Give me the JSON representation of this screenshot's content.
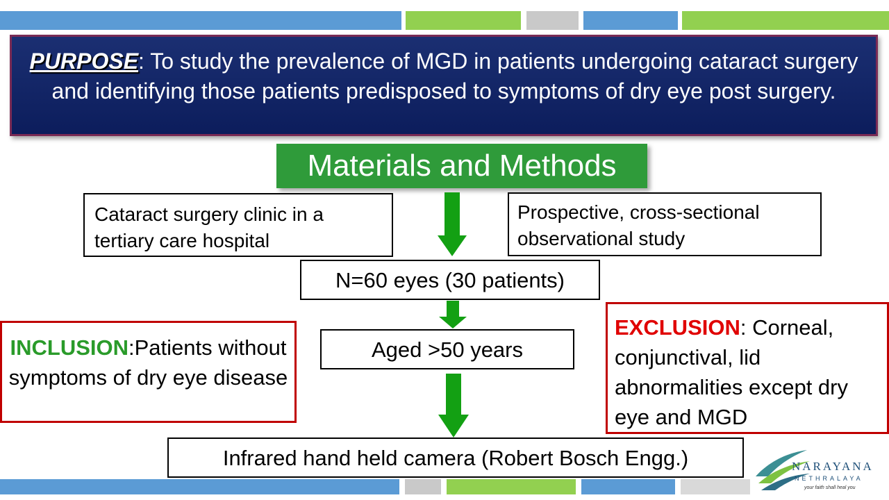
{
  "colors": {
    "bar_blue": "#5b9bd5",
    "bar_green": "#92d050",
    "bar_gray": "#c9c9c9",
    "purpose_bg": "#142868",
    "heading_green": "#2f9b3a",
    "arrow_green": "#13a013",
    "inclusion_green": "#2a9b2a",
    "exclusion_red": "#e00000",
    "border_red": "#c00000"
  },
  "purpose": {
    "label": "PURPOSE",
    "text": ": To study the prevalence of MGD in patients undergoing cataract surgery and identifying those patients predisposed to symptoms of dry eye post surgery."
  },
  "heading": "Materials and Methods",
  "boxes": {
    "setting": "Cataract surgery clinic in a tertiary care hospital",
    "design": "Prospective, cross-sectional observational study",
    "sample": "N=60 eyes (30 patients)",
    "age": "Aged >50 years",
    "device": "Infrared hand held camera (Robert Bosch Engg.)"
  },
  "inclusion": {
    "label": "INCLUSION",
    "text": ":Patients without  symptoms of dry eye disease"
  },
  "exclusion": {
    "label": "EXCLUSION",
    "text": ": Corneal, conjunctival, lid abnormalities except dry eye and MGD"
  },
  "logo": {
    "name": "NARAYANA",
    "sub": "NETHRALAYA",
    "tagline": "your faith shall heal you"
  }
}
